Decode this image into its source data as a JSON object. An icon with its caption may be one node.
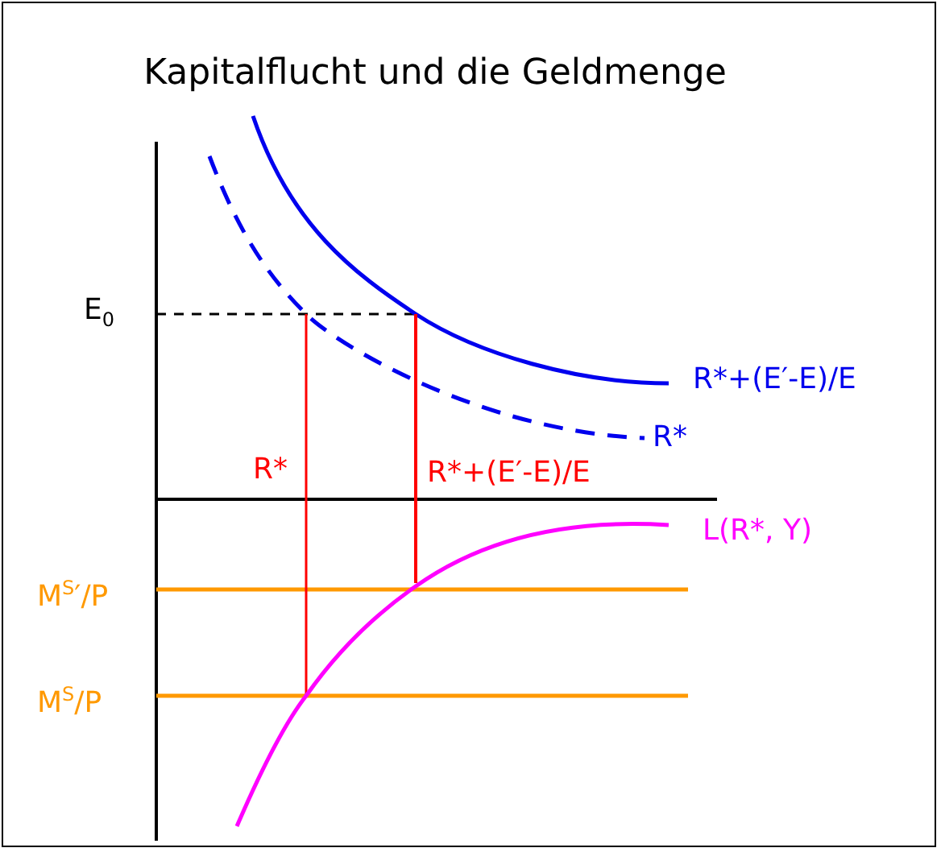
{
  "diagram": {
    "title": "Kapitalflucht und die Geldmenge",
    "labels": [
      "E$_{0}$",
      "R*+(E′-E)/E",
      "R*",
      "R*",
      "R*+(E′-E)/E",
      "L(R*, Y)",
      "M$^{S}$′/P",
      "M$^{S}$/P"
    ]
  }
}
